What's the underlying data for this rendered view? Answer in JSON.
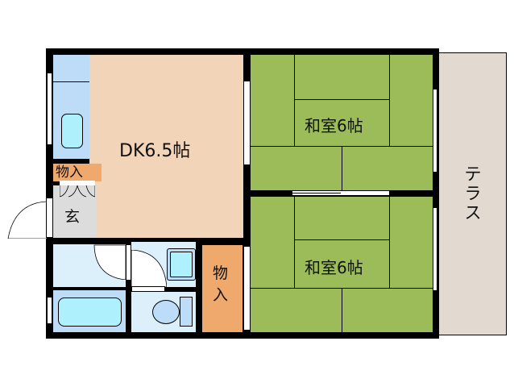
{
  "floorplan": {
    "rooms": {
      "dk": {
        "label": "DK6.5帖",
        "color": "#f2d4b9"
      },
      "washitsu_top": {
        "label": "和室6帖",
        "color": "#9cbc5a"
      },
      "washitsu_bottom": {
        "label": "和室6帖",
        "color": "#9cbc5a"
      },
      "storage_small": {
        "label": "物入",
        "color": "#efa96d"
      },
      "storage_tall": {
        "label_line1": "物",
        "label_line2": "入",
        "color": "#efa96d"
      },
      "entrance": {
        "label": "玄",
        "color": "#dcdcdc"
      },
      "terrace": {
        "label_line1": "テ",
        "label_line2": "ラ",
        "label_line3": "ス",
        "color": "#e2d9d0"
      },
      "kitchen": {
        "color": "#bcdcf8"
      },
      "washroom": {
        "color": "#dcf0fc"
      },
      "bath": {
        "color": "#bcdcf8"
      },
      "toilet": {
        "color": "#dcf0fc"
      }
    },
    "colors": {
      "wall": "#000000",
      "fixture": "#aef0fc"
    }
  }
}
